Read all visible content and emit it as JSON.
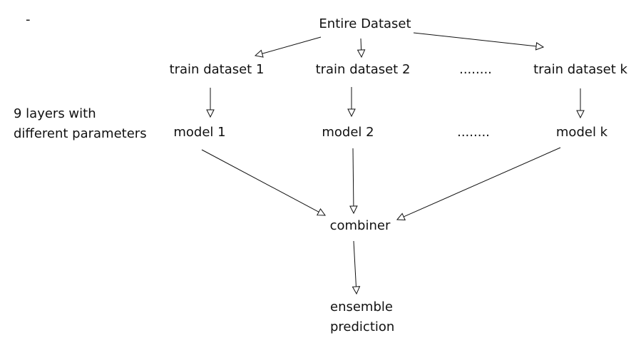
{
  "diagram": {
    "stray_mark": "-",
    "side_note": "9 layers with\ndifferent parameters",
    "nodes": {
      "entire_dataset": "Entire Dataset",
      "train_dataset_1": "train dataset 1",
      "train_dataset_2": "train dataset 2",
      "train_ellipsis": "........",
      "train_dataset_k": "train dataset k",
      "model_1": "model 1",
      "model_2": "model 2",
      "model_ellipsis": "........",
      "model_k": "model k",
      "combiner": "combiner",
      "ensemble_prediction": "ensemble\nprediction"
    },
    "edges": [
      {
        "from": "entire_dataset",
        "to": "train_dataset_1"
      },
      {
        "from": "entire_dataset",
        "to": "train_dataset_2"
      },
      {
        "from": "entire_dataset",
        "to": "train_dataset_k"
      },
      {
        "from": "train_dataset_1",
        "to": "model_1"
      },
      {
        "from": "train_dataset_2",
        "to": "model_2"
      },
      {
        "from": "train_dataset_k",
        "to": "model_k"
      },
      {
        "from": "model_1",
        "to": "combiner"
      },
      {
        "from": "model_2",
        "to": "combiner"
      },
      {
        "from": "model_k",
        "to": "combiner"
      },
      {
        "from": "combiner",
        "to": "ensemble_prediction"
      }
    ]
  }
}
